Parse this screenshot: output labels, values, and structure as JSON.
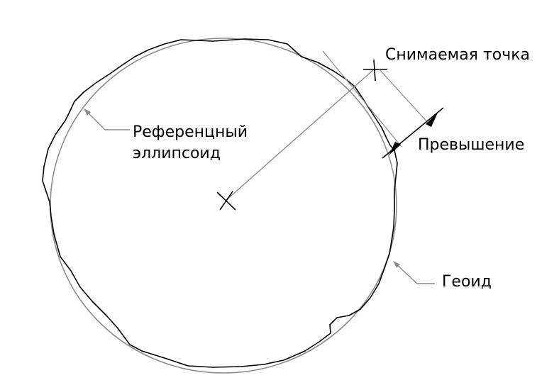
{
  "labels": {
    "observed_point": "Снимаемая точка",
    "reference_ellipsoid_line1": "Референцный",
    "reference_ellipsoid_line2": "эллипсоид",
    "elevation": "Превышение",
    "geoid": "Геоид"
  },
  "colors": {
    "geoid_stroke": "#000000",
    "ellipsoid_stroke": "#8c8c8c",
    "leader_line": "#8c8c8c",
    "text": "#000000"
  },
  "icons": {
    "center_mark": "cross-marker-icon",
    "point_mark": "cross-marker-icon",
    "dimension_arrows": "arrowhead-icon"
  }
}
